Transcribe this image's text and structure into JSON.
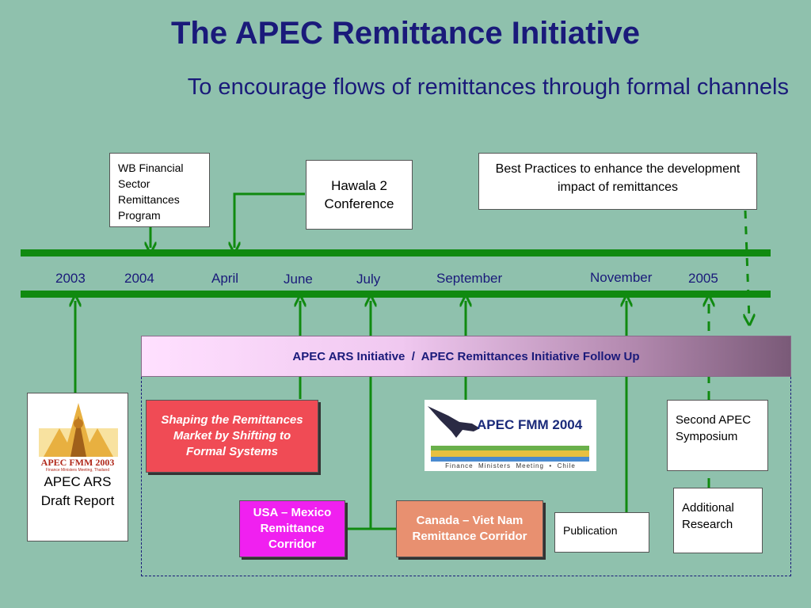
{
  "title": "The APEC Remittance Initiative",
  "subtitle": "To encourage flows of remittances through formal channels",
  "timeline": {
    "labels": [
      "2003",
      "2004",
      "April",
      "June",
      "July",
      "September",
      "November",
      "2005"
    ]
  },
  "top_boxes": {
    "wb": "WB Financial Sector Remittances Program",
    "hawala": "Hawala 2 Conference",
    "best_practices": "Best Practices to enhance  the development impact of remittances"
  },
  "band": {
    "text": "APEC ARS Initiative  /  APEC Remittances Initiative Follow Up"
  },
  "bottom_boxes": {
    "draft_report": "APEC ARS Draft Report",
    "draft_logo_text": "APEC FMM 2003",
    "draft_logo_sub": "Finance Ministers Meeting, Thailand",
    "shaping": "Shaping the Remittances Market by Shifting to Formal Systems",
    "usa_mexico": "USA – Mexico Remittance Corridor",
    "canada_vietnam": "Canada – Viet Nam Remittance Corridor",
    "fmm2004_logo": "APEC FMM 2004",
    "fmm2004_sub": "Finance  Ministers  Meeting  •  Chile",
    "publication": "Publication",
    "second_symposium": "Second APEC Symposium",
    "additional_research": "Additional Research"
  },
  "colors": {
    "background": "#8fc1ad",
    "timeline_green": "#108a10",
    "title_navy": "#1a1a7a",
    "shaping_red": "#f04b55",
    "usa_magenta": "#f020f0",
    "canada_salmon": "#e89070"
  }
}
